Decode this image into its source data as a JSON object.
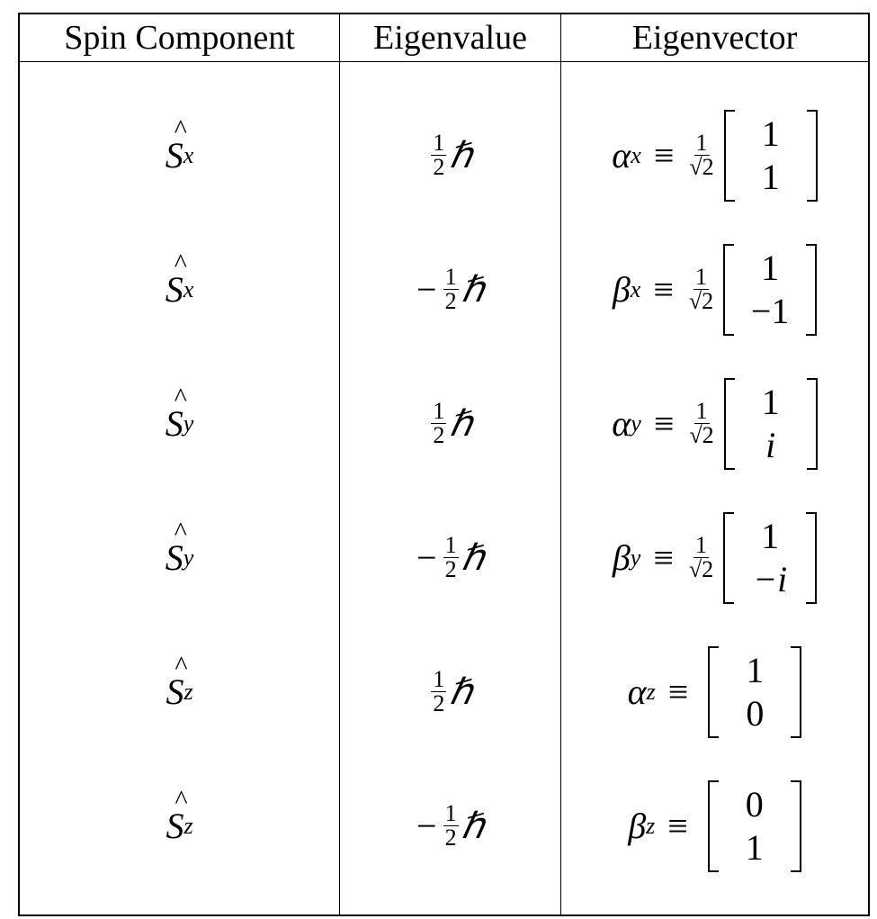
{
  "headers": [
    "Spin Component",
    "Eigenvalue",
    "Eigenvector"
  ],
  "rows": [
    {
      "op": "S",
      "op_sub": "x",
      "sign": "",
      "num": "1",
      "den": "2",
      "hbar": "ℏ",
      "vec_name": "α",
      "vec_sub": "x",
      "equiv": "≡",
      "pre_num": "1",
      "pre_den": "√2",
      "vector": [
        "1",
        "1"
      ]
    },
    {
      "op": "S",
      "op_sub": "x",
      "sign": "−",
      "num": "1",
      "den": "2",
      "hbar": "ℏ",
      "vec_name": "β",
      "vec_sub": "x",
      "equiv": "≡",
      "pre_num": "1",
      "pre_den": "√2",
      "vector": [
        "1",
        "−1"
      ]
    },
    {
      "op": "S",
      "op_sub": "y",
      "sign": "",
      "num": "1",
      "den": "2",
      "hbar": "ℏ",
      "vec_name": "α",
      "vec_sub": "y",
      "equiv": "≡",
      "pre_num": "1",
      "pre_den": "√2",
      "vector": [
        "1",
        "i"
      ]
    },
    {
      "op": "S",
      "op_sub": "y",
      "sign": "−",
      "num": "1",
      "den": "2",
      "hbar": "ℏ",
      "vec_name": "β",
      "vec_sub": "y",
      "equiv": "≡",
      "pre_num": "1",
      "pre_den": "√2",
      "vector": [
        "1",
        "−i"
      ]
    },
    {
      "op": "S",
      "op_sub": "z",
      "sign": "",
      "num": "1",
      "den": "2",
      "hbar": "ℏ",
      "vec_name": "α",
      "vec_sub": "z",
      "equiv": "≡",
      "pre_num": null,
      "pre_den": null,
      "vector": [
        "1",
        "0"
      ]
    },
    {
      "op": "S",
      "op_sub": "z",
      "sign": "−",
      "num": "1",
      "den": "2",
      "hbar": "ℏ",
      "vec_name": "β",
      "vec_sub": "z",
      "equiv": "≡",
      "pre_num": null,
      "pre_den": null,
      "vector": [
        "0",
        "1"
      ]
    }
  ]
}
